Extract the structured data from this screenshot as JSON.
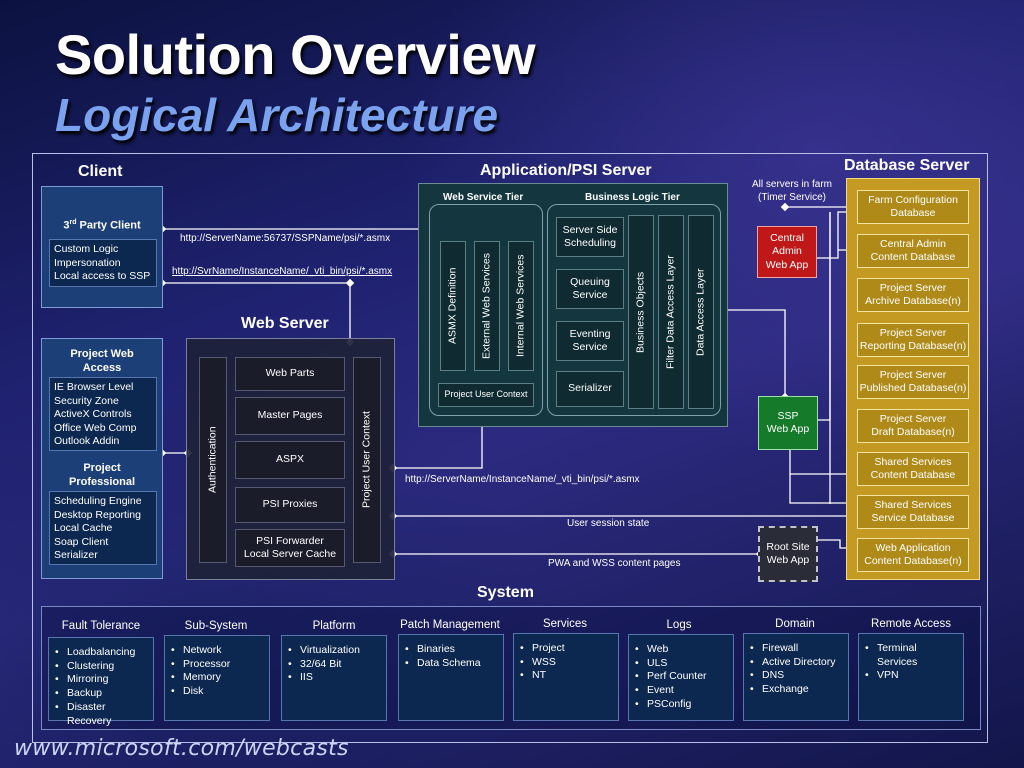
{
  "title": "Solution Overview",
  "subtitle": "Logical Architecture",
  "footer": "www.microsoft.com/webcasts",
  "client": {
    "heading": "Client",
    "third_party_prefix": "3",
    "third_party_sup": "rd",
    "third_party_suffix": " Party Client",
    "third_party_items": [
      "Custom Logic",
      "Impersonation",
      "Local access to SSP"
    ],
    "pwa_heading": "Project Web Access",
    "pwa_items": [
      "IE Browser Level",
      "Security Zone",
      "ActiveX Controls",
      "Office Web Comp",
      "Outlook Addin"
    ],
    "pro_heading": "Project Professional",
    "pro_items": [
      "Scheduling Engine",
      "Desktop Reporting",
      "Local Cache",
      "Soap Client",
      "Serializer"
    ]
  },
  "web_server": {
    "heading": "Web Server",
    "authentication": "Authentication",
    "items": [
      "Web Parts",
      "Master Pages",
      "ASPX",
      "PSI Proxies",
      "PSI Forwarder Local Server Cache"
    ],
    "psi_forwarder_line1": "PSI Forwarder",
    "psi_forwarder_line2": "Local Server Cache",
    "project_user_context": "Project User Context"
  },
  "app_server": {
    "heading": "Application/PSI Server",
    "web_service_tier": "Web Service Tier",
    "business_logic_tier": "Business Logic Tier",
    "asmx": "ASMX  Definition",
    "external_ws": "External Web Services",
    "internal_ws": "Internal Web Services",
    "project_user_context": "Project User Context",
    "server_side_scheduling_1": "Server Side",
    "server_side_scheduling_2": "Scheduling",
    "queuing_1": "Queuing",
    "queuing_2": "Service",
    "eventing_1": "Eventing",
    "eventing_2": "Service",
    "serializer": "Serializer",
    "business_objects": "Business Objects",
    "filter_dal": "Filter Data Access Layer",
    "dal": "Data Access Layer"
  },
  "middle": {
    "all_servers_1": "All servers in farm",
    "all_servers_2": "(Timer Service)",
    "central_admin_1": "Central",
    "central_admin_2": "Admin",
    "central_admin_3": "Web App",
    "ssp_1": "SSP",
    "ssp_2": "Web App",
    "root_site_1": "Root Site",
    "root_site_2": "Web App"
  },
  "database_server": {
    "heading": "Database Server",
    "items": [
      {
        "l1": "Farm Configuration",
        "l2": "Database"
      },
      {
        "l1": "Central Admin",
        "l2": "Content Database"
      },
      {
        "l1": "Project Server",
        "l2": "Archive Database(n)"
      },
      {
        "l1": "Project Server",
        "l2": "Reporting Database(n)"
      },
      {
        "l1": "Project Server",
        "l2": "Published Database(n)"
      },
      {
        "l1": "Project Server",
        "l2": "Draft Database(n)"
      },
      {
        "l1": "Shared Services",
        "l2": "Content Database"
      },
      {
        "l1": "Shared Services",
        "l2": "Service Database"
      },
      {
        "l1": "Web Application",
        "l2": "Content Database(n)"
      }
    ]
  },
  "urls": {
    "u1": "http://ServerName:56737/SSPName/psi/*.asmx",
    "u2": "http://SvrName/InstanceName/_vti_bin/psi/*.asmx",
    "u3": "http://ServerName/InstanceName/_vti_bin/psi/*.asmx",
    "user_session": "User session state",
    "pwa_wss": "PWA and WSS content  pages"
  },
  "system": {
    "heading": "System",
    "columns": [
      {
        "title": "Fault Tolerance",
        "items": [
          "Loadbalancing",
          "Clustering",
          "Mirroring",
          "Backup",
          "Disaster Recovery"
        ]
      },
      {
        "title": "Sub-System",
        "items": [
          "Network",
          "Processor",
          "Memory",
          "Disk"
        ]
      },
      {
        "title": "Platform",
        "items": [
          "Virtualization",
          "32/64 Bit",
          "IIS"
        ]
      },
      {
        "title": "Patch Management",
        "items": [
          "Binaries",
          "Data Schema"
        ]
      },
      {
        "title": "Services",
        "items": [
          "Project",
          "WSS",
          "NT"
        ]
      },
      {
        "title": "Logs",
        "items": [
          "Web",
          "ULS",
          "Perf Counter",
          "Event",
          "PSConfig"
        ]
      },
      {
        "title": "Domain",
        "items": [
          "Firewall",
          "Active Directory",
          "DNS",
          "Exchange"
        ]
      },
      {
        "title": "Remote Access",
        "items": [
          "Terminal Services",
          "VPN"
        ]
      }
    ]
  },
  "colors": {
    "title_blue": "#7aa2ee",
    "central_admin_red": "#c01818",
    "ssp_green": "#157a2a",
    "db_gold": "#c49a22"
  }
}
